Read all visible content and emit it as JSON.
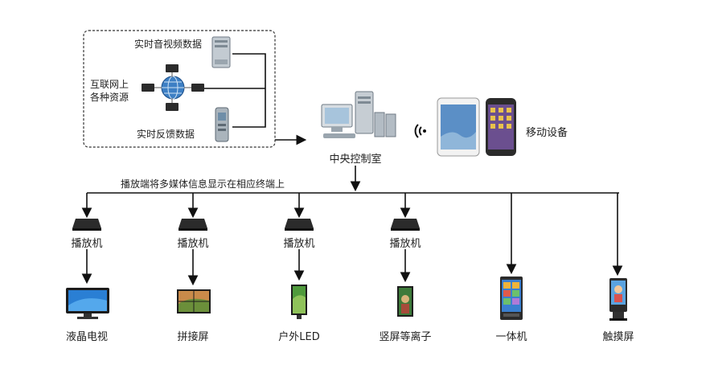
{
  "sources": {
    "av_data": "实时音视频数据",
    "internet_line1": "互联网上",
    "internet_line2": "各种资源",
    "feedback": "实时反馈数据"
  },
  "center": {
    "label": "中央控制室"
  },
  "mobile": {
    "label": "移动设备"
  },
  "broadcast_note": "播放端将多媒体信息显示在相应终端上",
  "players": [
    {
      "label": "播放机"
    },
    {
      "label": "播放机"
    },
    {
      "label": "播放机"
    },
    {
      "label": "播放机"
    }
  ],
  "terminals": [
    {
      "label": "液晶电视"
    },
    {
      "label": "拼接屏"
    },
    {
      "label": "户外LED"
    },
    {
      "label": "竖屏等离子"
    },
    {
      "label": "一体机"
    },
    {
      "label": "触摸屏"
    }
  ],
  "colors": {
    "line": "#111111",
    "device_dark": "#2b2b2b",
    "screen_blue": "#3a7fd0",
    "server_gray": "#b9c1c8"
  }
}
